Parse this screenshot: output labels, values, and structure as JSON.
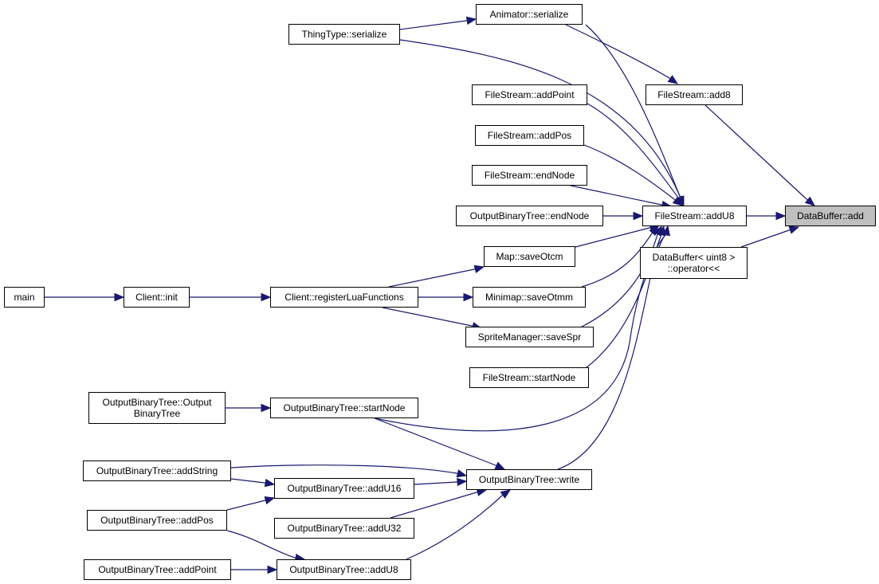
{
  "diagram": {
    "title": "DataBuffer::add caller graph",
    "colors": {
      "edge": "#191970",
      "current_node_fill": "#bfbfbf",
      "node_border": "#000000"
    },
    "nodes": {
      "databuffer_add": {
        "label": "DataBuffer::add"
      },
      "filestream_addu8": {
        "label": "FileStream::addU8"
      },
      "filestream_add8": {
        "label": "FileStream::add8"
      },
      "databuffer_operator_line1": "DataBuffer< uint8 >",
      "databuffer_operator_line2": "::operator<<",
      "animator_serialize": {
        "label": "Animator::serialize"
      },
      "thingtype_serialize": {
        "label": "ThingType::serialize"
      },
      "filestream_addpoint": {
        "label": "FileStream::addPoint"
      },
      "filestream_addpos": {
        "label": "FileStream::addPos"
      },
      "filestream_endnode": {
        "label": "FileStream::endNode"
      },
      "outputbinarytree_endnode": {
        "label": "OutputBinaryTree::endNode"
      },
      "map_saveotcm": {
        "label": "Map::saveOtcm"
      },
      "minimap_saveotmm": {
        "label": "Minimap::saveOtmm"
      },
      "spritemanager_savespr": {
        "label": "SpriteManager::saveSpr"
      },
      "filestream_startnode": {
        "label": "FileStream::startNode"
      },
      "client_registerluafunctions": {
        "label": "Client::registerLuaFunctions"
      },
      "client_init": {
        "label": "Client::init"
      },
      "main": {
        "label": "main"
      },
      "outputbinarytree_ctor_line1": "OutputBinaryTree::Output",
      "outputbinarytree_ctor_line2": "BinaryTree",
      "outputbinarytree_startnode": {
        "label": "OutputBinaryTree::startNode"
      },
      "outputbinarytree_write": {
        "label": "OutputBinaryTree::write"
      },
      "outputbinarytree_addstring": {
        "label": "OutputBinaryTree::addString"
      },
      "outputbinarytree_addu16": {
        "label": "OutputBinaryTree::addU16"
      },
      "outputbinarytree_addpos": {
        "label": "OutputBinaryTree::addPos"
      },
      "outputbinarytree_addu32": {
        "label": "OutputBinaryTree::addU32"
      },
      "outputbinarytree_addpoint": {
        "label": "OutputBinaryTree::addPoint"
      },
      "outputbinarytree_addu8": {
        "label": "OutputBinaryTree::addU8"
      }
    },
    "edges": [
      {
        "from": "filestream_addu8",
        "to": "databuffer_add"
      },
      {
        "from": "filestream_add8",
        "to": "databuffer_add"
      },
      {
        "from": "databuffer_operator",
        "to": "databuffer_add"
      },
      {
        "from": "animator_serialize",
        "to": "filestream_add8"
      },
      {
        "from": "animator_serialize",
        "to": "filestream_addu8"
      },
      {
        "from": "thingtype_serialize",
        "to": "animator_serialize"
      },
      {
        "from": "thingtype_serialize",
        "to": "filestream_addu8"
      },
      {
        "from": "filestream_addpoint",
        "to": "filestream_addu8"
      },
      {
        "from": "filestream_addpos",
        "to": "filestream_addu8"
      },
      {
        "from": "filestream_endnode",
        "to": "filestream_addu8"
      },
      {
        "from": "outputbinarytree_endnode",
        "to": "filestream_addu8"
      },
      {
        "from": "map_saveotcm",
        "to": "filestream_addu8"
      },
      {
        "from": "minimap_saveotmm",
        "to": "filestream_addu8"
      },
      {
        "from": "spritemanager_savespr",
        "to": "filestream_addu8"
      },
      {
        "from": "filestream_startnode",
        "to": "filestream_addu8"
      },
      {
        "from": "outputbinarytree_startnode",
        "to": "filestream_addu8"
      },
      {
        "from": "outputbinarytree_write",
        "to": "filestream_addu8"
      },
      {
        "from": "client_registerluafunctions",
        "to": "map_saveotcm"
      },
      {
        "from": "client_registerluafunctions",
        "to": "minimap_saveotmm"
      },
      {
        "from": "client_registerluafunctions",
        "to": "spritemanager_savespr"
      },
      {
        "from": "client_init",
        "to": "client_registerluafunctions"
      },
      {
        "from": "main",
        "to": "client_init"
      },
      {
        "from": "outputbinarytree_ctor",
        "to": "outputbinarytree_startnode"
      },
      {
        "from": "outputbinarytree_startnode",
        "to": "outputbinarytree_write"
      },
      {
        "from": "outputbinarytree_addstring",
        "to": "outputbinarytree_write"
      },
      {
        "from": "outputbinarytree_addstring",
        "to": "outputbinarytree_addu16"
      },
      {
        "from": "outputbinarytree_addu16",
        "to": "outputbinarytree_write"
      },
      {
        "from": "outputbinarytree_addpos",
        "to": "outputbinarytree_addu16"
      },
      {
        "from": "outputbinarytree_addpos",
        "to": "outputbinarytree_addu8"
      },
      {
        "from": "outputbinarytree_addu32",
        "to": "outputbinarytree_write"
      },
      {
        "from": "outputbinarytree_addpoint",
        "to": "outputbinarytree_addu8"
      },
      {
        "from": "outputbinarytree_addu8",
        "to": "outputbinarytree_write"
      }
    ]
  }
}
